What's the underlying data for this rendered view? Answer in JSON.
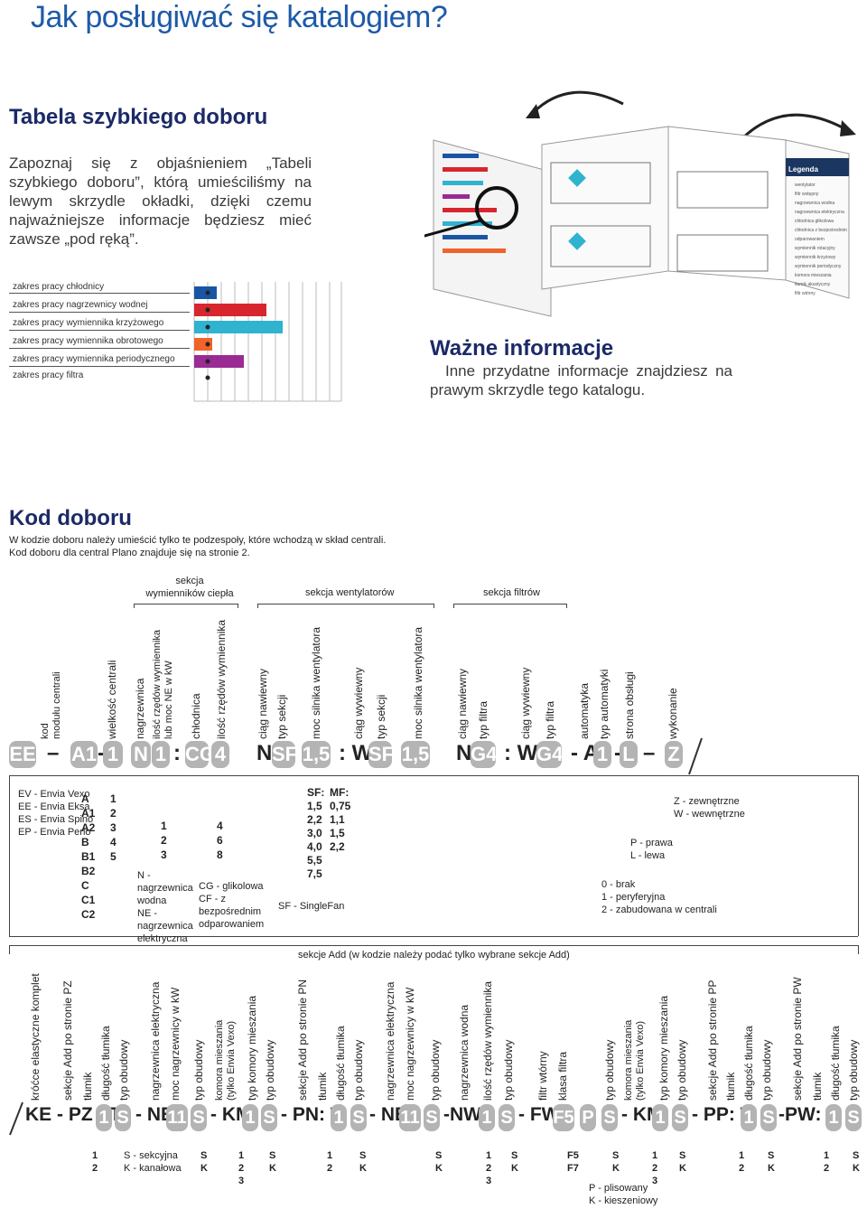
{
  "page_title": "Jak posługiwać się katalogiem?",
  "tabela": {
    "heading": "Tabela szybkiego doboru",
    "text": "Zapoznaj się z objaśnieniem „Tabeli szybkiego doboru”, którą umieściliśmy na lewym skrzydle okładki, dzięki czemu najważniejsze informacje będziesz mieć zawsze „pod ręką”."
  },
  "zakresy": [
    "zakres pracy chłodnicy",
    "zakres pracy nagrzewnicy wodnej",
    "zakres pracy wymiennika krzyżowego",
    "zakres pracy wymiennika obrotowego",
    "zakres pracy wymiennika periodycznego",
    "zakres pracy filtra"
  ],
  "bar_colors": [
    "#1a55a5",
    "#d7262e",
    "#2fb3cf",
    "#f0632a",
    "#9a2a94"
  ],
  "legenda": {
    "title": "Legenda",
    "items": [
      "wentylator",
      "filtr wstępny",
      "nagrzewnica wodna",
      "nagrzewnica elektryczna",
      "chłodnica glikolowa",
      "chłodnica z bezpośrednim odparowaniem",
      "wymiennik rotacyjny",
      "wymiennik krzyżowy",
      "wymiennik periodyczny",
      "komora mieszania",
      "tłumik akustyczny",
      "filtr wtórny"
    ]
  },
  "wazne": {
    "heading": "Ważne informacje",
    "text": "Inne przydatne informacje znajdziesz na prawym skrzydle tego katalogu."
  },
  "kod": {
    "heading": "Kod doboru",
    "line1": "W kodzie doboru należy umieścić tylko te podzespoły, które wchodzą w skład centrali.",
    "line2": "Kod doboru dla central Plano znajduje się na stronie 2."
  },
  "groups": {
    "wymiennikow": "sekcja\nwymienników ciepła",
    "wentylatorow": "sekcja wentylatorów",
    "filtrow": "sekcja filtrów"
  },
  "top_labels": [
    "kod\nmodułu centrali",
    "wielkość centrali",
    "nagrzewnica",
    "ilość rzędów wymiennika\nlub moc NE w kW",
    "chłodnica",
    "ilość rzędów wymiennika",
    "ciąg nawiewny",
    "typ sekcji",
    "moc silnika wentylatora",
    "ciąg wywiewny",
    "typ sekcji",
    "moc silnika wentylatora",
    "ciąg nawiewny",
    "typ filtra",
    "ciąg wywiewny",
    "typ filtra",
    "automatyka",
    "typ automatyki",
    "strona obsługi",
    "wykonanie"
  ],
  "top_code": {
    "ee": "EE",
    "dash": "–",
    "a1": "A1",
    "dash2": "-",
    "one": "1",
    "n": "N",
    "one2": "1",
    "colon": ":",
    "cg": "CG",
    "four": "4",
    "N": "N",
    "sf": "SF",
    "v15": "1,5",
    "cw": ": W",
    "sf2": "SF",
    "v15b": "1,5",
    "N2": "N",
    "g4": "G4",
    "cw2": ":  W",
    "g4b": "G4",
    "a": "- A",
    "one3": "1",
    "dash3": "-",
    "l": "L",
    "dash4": "–",
    "z": "Z"
  },
  "opts": {
    "module": [
      "EV - Envia Vexo",
      "EE - Envia Eksa",
      "ES - Envia Spino",
      "EP - Envia Perio"
    ],
    "size_a": [
      "A",
      "A1",
      "A2",
      "B",
      "B1",
      "B2",
      "C",
      "C1",
      "C2"
    ],
    "size_b": [
      "1",
      "2",
      "3",
      "4",
      "5"
    ],
    "rows1": [
      "1",
      "2",
      "3"
    ],
    "n_desc": [
      "N - nagrzewnica wodna",
      "NE - nagrzewnica elektryczna"
    ],
    "rows2": [
      "4",
      "6",
      "8"
    ],
    "cg_desc": [
      "CG - glikolowa",
      "CF - z bezpośrednim odparowaniem"
    ],
    "sf_head": "SF:",
    "mf_head": "MF:",
    "sf_vals": [
      "1,5",
      "2,2",
      "3,0",
      "4,0",
      "5,5",
      "7,5"
    ],
    "mf_vals": [
      "0,75",
      "1,1",
      "1,5",
      "2,2"
    ],
    "sf_desc": "SF - SingleFan",
    "auto": [
      "0 - brak",
      "1 - peryferyjna",
      "2 - zabudowana w centrali"
    ],
    "side": [
      "P - prawa",
      "L - lewa"
    ],
    "wyk": [
      "Z - zewnętrzne",
      "W - wewnętrzne"
    ]
  },
  "add": {
    "heading": "sekcje Add (w kodzie należy podać tylko wybrane sekcje Add)",
    "labels": [
      "króćce elastyczne komplet",
      "sekcje Add po stronie PZ",
      "tłumik",
      "długość tłumika",
      "typ obudowy",
      "nagrzewnica elektryczna",
      "moc nagrzewnicy w kW",
      "typ obudowy",
      "komora mieszania\n(tylko Envia Vexo)",
      "typ komory mieszania",
      "typ obudowy",
      "sekcje Add po stronie PN",
      "tłumik",
      "długość tłumika",
      "typ obudowy",
      "nagrzewnica elektryczna",
      "moc nagrzewnicy w kW",
      "typ obudowy",
      "nagrzewnica wodna",
      "ilość rzędów wymiennika",
      "typ obudowy",
      "filtr wtórny",
      "klasa filtra",
      "typ obudowy",
      "komora mieszania\n(tylko Envia Vexo)",
      "typ komory mieszania",
      "typ obudowy",
      "sekcje Add po stronie PP",
      "tłumik",
      "długość tłumika",
      "typ obudowy",
      "sekcje Add po stronie PW",
      "tłumik",
      "długość tłumika",
      "typ obudowy"
    ],
    "code": {
      "ke": "KE - PZ : T",
      "t1": "1",
      "s1": "S",
      "ne": "- NE",
      "n11": "11",
      "s2": "S",
      "km": "- KM",
      "k1": "1",
      "s3": "S",
      "pn": "- PN: T",
      "t2": "1",
      "s4": "S",
      "ne2": "- NE",
      "n11b": "11",
      "s5": "S",
      "nw": "-NW",
      "w1": "1",
      "s6": "S",
      "fw": "- FW",
      "f5": "F5",
      "p": "P",
      "s7": "S",
      "km2": "- KM",
      "k2": "1",
      "s8": "S",
      "pp": "- PP: T",
      "t3": "1",
      "s9": "S",
      "pw": "-PW: T",
      "t4": "1",
      "s10": "S"
    },
    "opts": {
      "len1": [
        "1",
        "2"
      ],
      "typ1": [
        "S - sekcyjna",
        "K - kanałowa"
      ],
      "sk": [
        "S",
        "K"
      ],
      "r123": [
        "1",
        "2",
        "3"
      ],
      "f": [
        "F5",
        "F7"
      ],
      "pk": [
        "P - plisowany",
        "K - kieszeniowy"
      ]
    }
  }
}
